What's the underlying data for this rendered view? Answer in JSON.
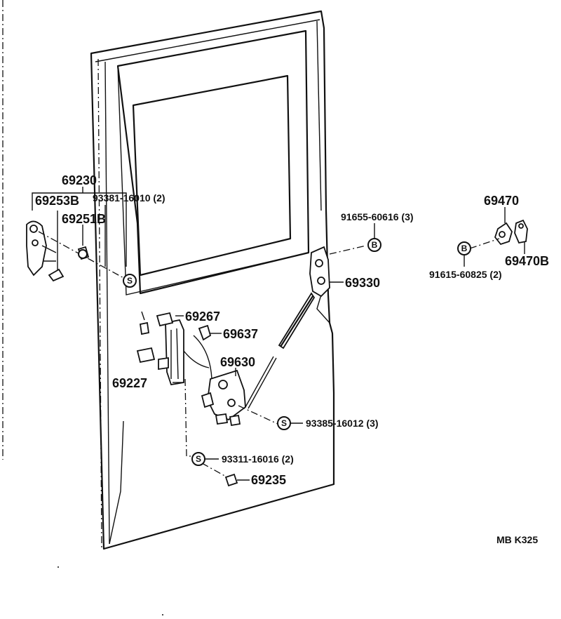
{
  "parts": {
    "p69230": "69230",
    "p69253b": "69253B",
    "p93381": "93381-16010 (2)",
    "p69251b": "69251B",
    "p91655": "91655-60616 (3)",
    "p69330": "69330",
    "p69470": "69470",
    "p69470b": "69470B",
    "p91615": "91615-60825 (2)",
    "p69267": "69267",
    "p69637": "69637",
    "p69630": "69630",
    "p69227": "69227",
    "p93385": "93385-16012 (3)",
    "p93311": "93311-16016 (2)",
    "p69235": "69235"
  },
  "symbols": {
    "screw": "S",
    "bolt": "B"
  },
  "catalog_code": "MB K325"
}
